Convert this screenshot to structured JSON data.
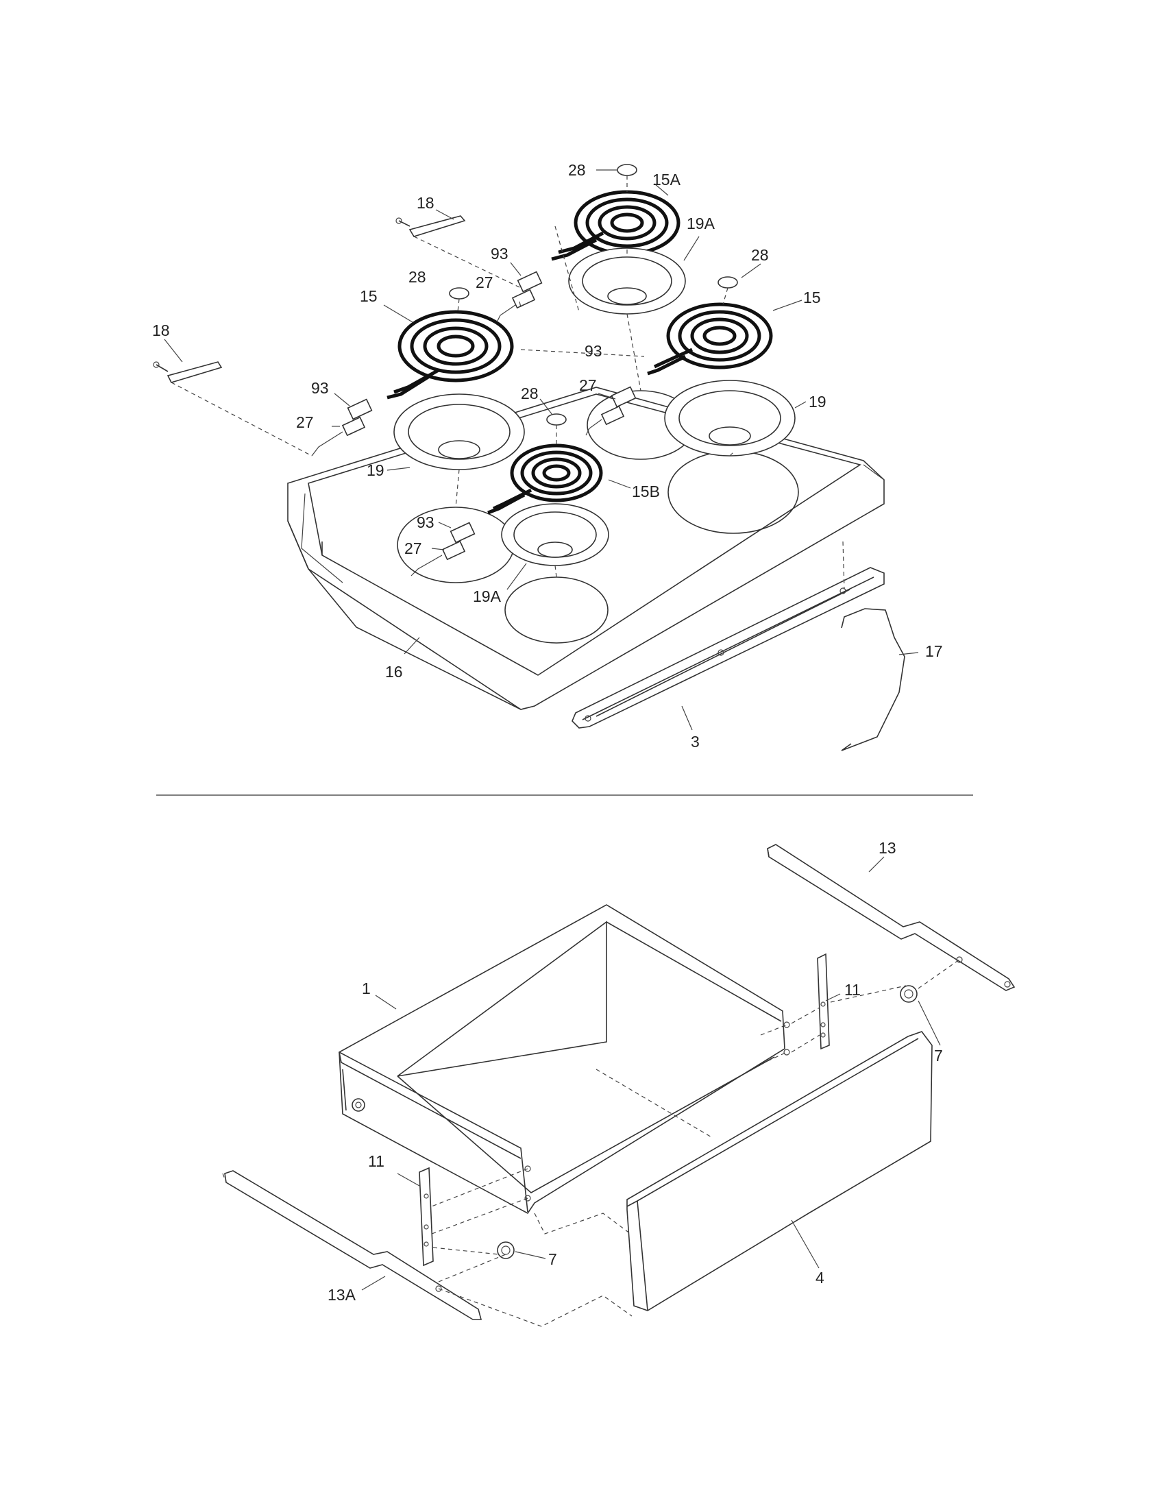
{
  "callouts": {
    "c28a": "28",
    "c15a": "15A",
    "c18a": "18",
    "c93a": "93",
    "c19a_top": "19A",
    "c28b": "28",
    "c28c": "28",
    "c27a": "27",
    "c15_left": "15",
    "c15_right": "15",
    "c18b": "18",
    "c93b": "93",
    "c28d": "28",
    "c27b": "27",
    "c19_right": "19",
    "c27c": "27",
    "c19_left": "19",
    "c15b": "15B",
    "c93c": "93",
    "c27d": "27",
    "c19a_bottom": "19A",
    "c17": "17",
    "c16": "16",
    "c3": "3",
    "c13": "13",
    "c1": "1",
    "c11_right": "11",
    "c7_right": "7",
    "c11_left": "11",
    "c7_left": "7",
    "c13a": "13A",
    "c4": "4"
  }
}
